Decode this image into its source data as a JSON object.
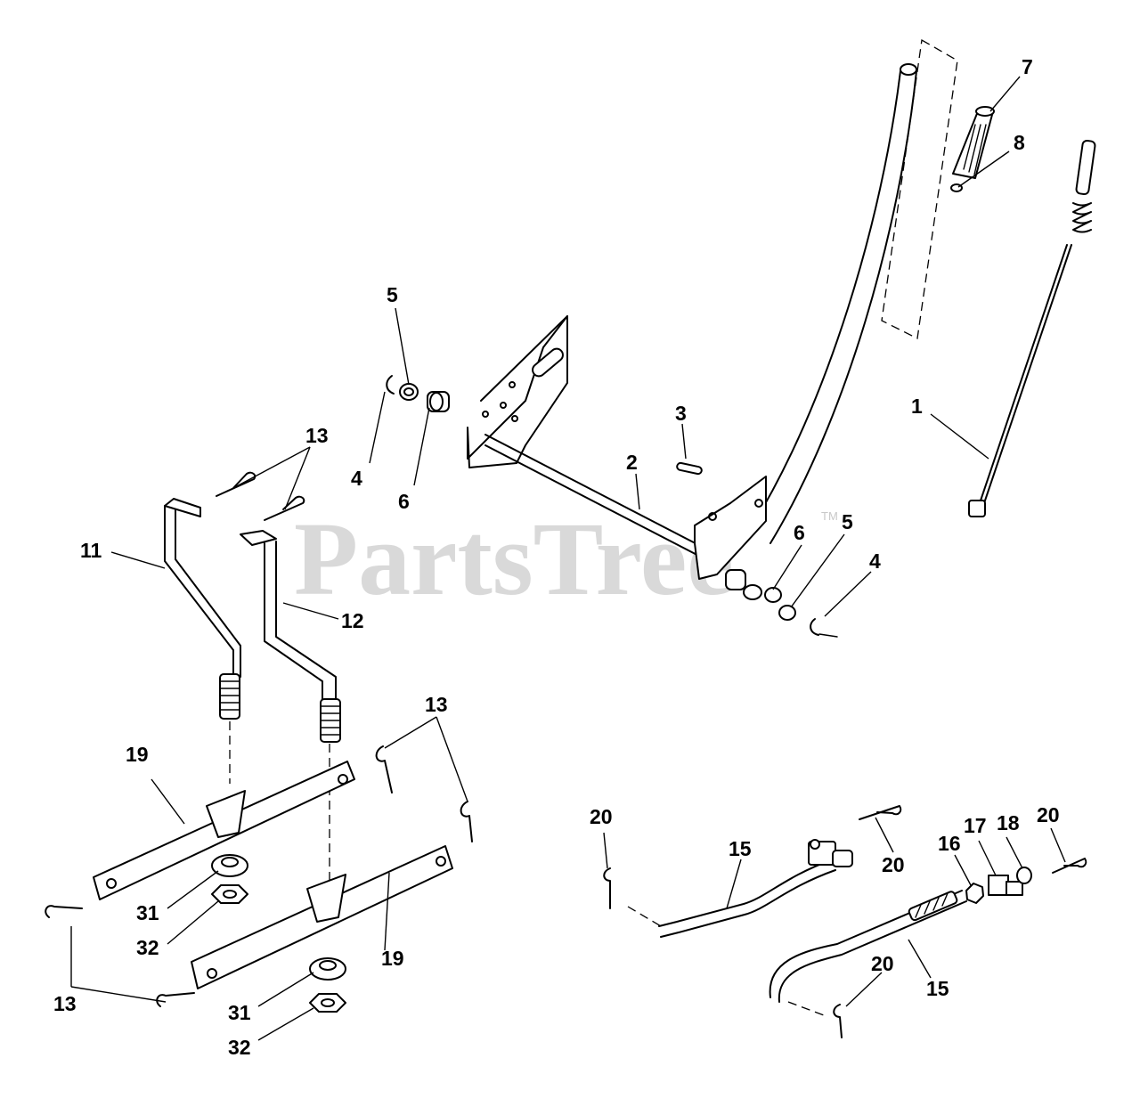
{
  "watermark": {
    "text": "PartsTree",
    "trademark": "TM"
  },
  "callouts": {
    "c1": "1",
    "c2": "2",
    "c3": "3",
    "c4a": "4",
    "c4b": "4",
    "c5a": "5",
    "c5b": "5",
    "c6a": "6",
    "c6b": "6",
    "c7": "7",
    "c8": "8",
    "c11": "11",
    "c12": "12",
    "c13a": "13",
    "c13b": "13",
    "c13c": "13",
    "c15a": "15",
    "c15b": "15",
    "c16": "16",
    "c17": "17",
    "c18": "18",
    "c19a": "19",
    "c19b": "19",
    "c20a": "20",
    "c20b": "20",
    "c20c": "20",
    "c20d": "20",
    "c31a": "31",
    "c31b": "31",
    "c32a": "32",
    "c32b": "32"
  }
}
